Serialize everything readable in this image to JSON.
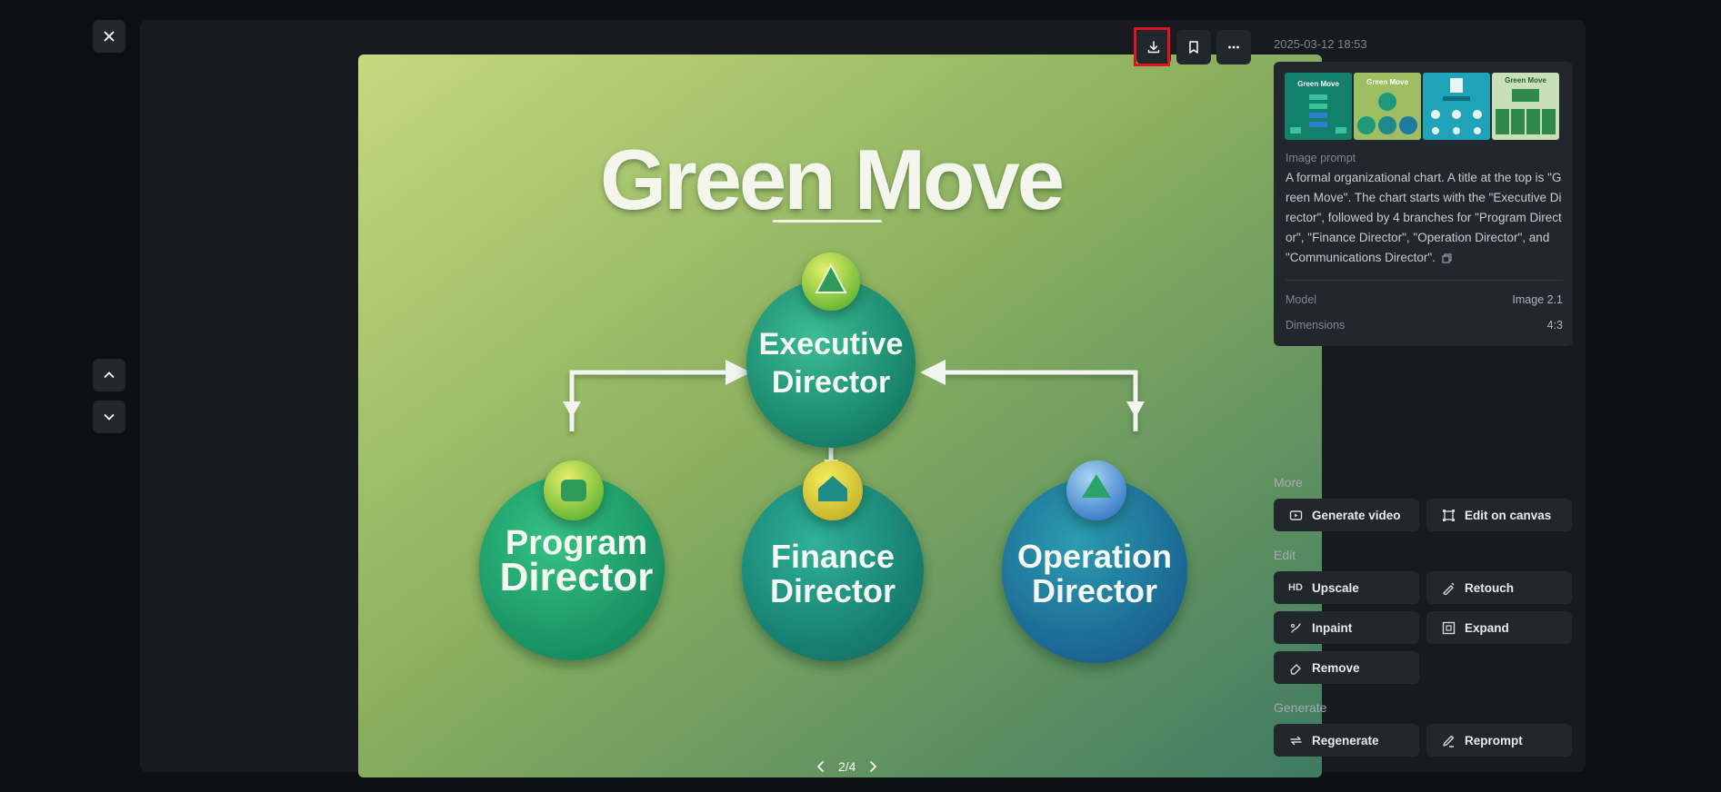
{
  "viewer": {
    "close_icon": "close-icon",
    "nav": {
      "up_icon": "chevron-up-icon",
      "down_icon": "chevron-down-icon"
    },
    "pager": {
      "text": "2/4",
      "current": 2,
      "total": 4
    }
  },
  "image": {
    "title": "Green Move",
    "nodes": {
      "executive": [
        "Executive",
        "Director"
      ],
      "program": [
        "Program",
        "Director"
      ],
      "finance": [
        "Finance",
        "Director"
      ],
      "operation": [
        "Operation",
        "Director"
      ]
    },
    "toolbar": {
      "download_icon": "download-icon",
      "bookmark_icon": "bookmark-icon",
      "more_icon": "more-icon"
    }
  },
  "details": {
    "timestamp": "2025-03-12 18:53",
    "thumbnails": [
      {
        "label": "Green Move"
      },
      {
        "label": "Green Move"
      },
      {
        "label": ""
      },
      {
        "label": "Green Move"
      }
    ],
    "prompt_label": "Image prompt",
    "prompt_text": "A formal organizational chart. A title at the top is \"Green Move\". The chart starts with the \"Executive Director\", followed by 4 branches for \"Program Director\", \"Finance Director\", \"Operation Director\", and \"Communications Director\".",
    "model_label": "Model",
    "model_value": "Image 2.1",
    "dimensions_label": "Dimensions",
    "dimensions_value": "4:3"
  },
  "sections": {
    "more": "More",
    "edit": "Edit",
    "generate": "Generate"
  },
  "actions": {
    "generate_video": "Generate video",
    "edit_on_canvas": "Edit on canvas",
    "upscale": "Upscale",
    "upscale_badge": "HD",
    "retouch": "Retouch",
    "inpaint": "Inpaint",
    "expand": "Expand",
    "remove": "Remove",
    "regenerate": "Regenerate",
    "reprompt": "Reprompt"
  },
  "colors": {
    "highlight": "#e0141e",
    "panel": "#171a1f",
    "button": "#22262d"
  }
}
